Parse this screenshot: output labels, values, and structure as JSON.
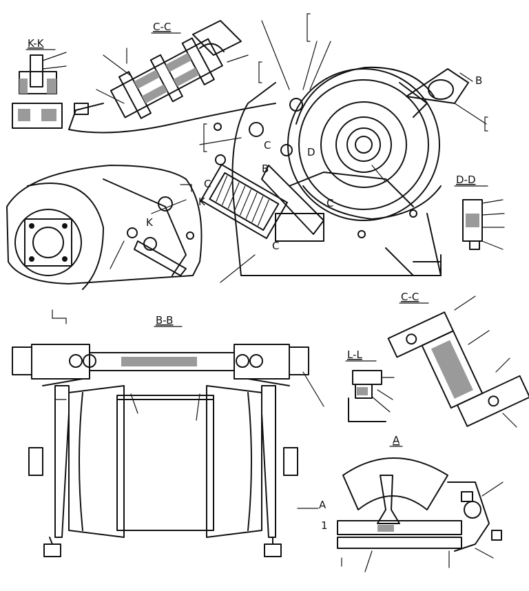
{
  "drawing": {
    "section_labels": {
      "k_k": "K-K",
      "c_c_top": "C-C",
      "d_d": "D-D",
      "b_b": "B-B",
      "l_l": "L-L",
      "c_c_right": "C-C",
      "a": "A"
    },
    "cut_markers": {
      "b": "B",
      "c1": "C",
      "c2": "C",
      "c3": "C",
      "d": "D",
      "k1": "K",
      "k2": "K",
      "b_center": "B",
      "c_center": "C",
      "a_arrow": "A",
      "one": "1"
    }
  }
}
